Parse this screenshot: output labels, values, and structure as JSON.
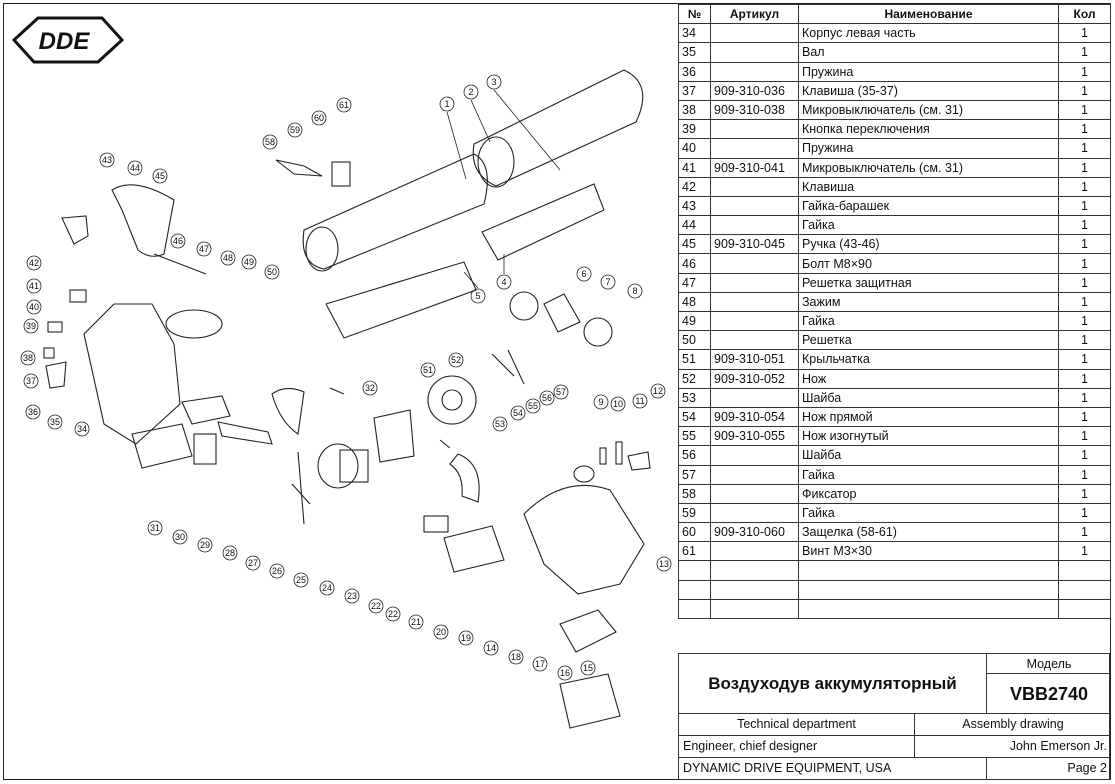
{
  "brand": {
    "logo_text": "DDE"
  },
  "table": {
    "headers": {
      "no": "№",
      "article": "Артикул",
      "name": "Наименование",
      "qty": "Кол"
    },
    "rows": [
      {
        "no": "34",
        "article": "",
        "name": "Корпус левая часть",
        "qty": "1"
      },
      {
        "no": "35",
        "article": "",
        "name": "Вал",
        "qty": "1"
      },
      {
        "no": "36",
        "article": "",
        "name": "Пружина",
        "qty": "1"
      },
      {
        "no": "37",
        "article": "909-310-036",
        "name": "Клавиша (35-37)",
        "qty": "1"
      },
      {
        "no": "38",
        "article": "909-310-038",
        "name": "Микровыключатель (см. 31)",
        "qty": "1"
      },
      {
        "no": "39",
        "article": "",
        "name": "Кнопка переключения",
        "qty": "1"
      },
      {
        "no": "40",
        "article": "",
        "name": "Пружина",
        "qty": "1"
      },
      {
        "no": "41",
        "article": "909-310-041",
        "name": "Микровыключатель (см. 31)",
        "qty": "1"
      },
      {
        "no": "42",
        "article": "",
        "name": "Клавиша",
        "qty": "1"
      },
      {
        "no": "43",
        "article": "",
        "name": "Гайка-барашек",
        "qty": "1"
      },
      {
        "no": "44",
        "article": "",
        "name": "Гайка",
        "qty": "1"
      },
      {
        "no": "45",
        "article": "909-310-045",
        "name": "Ручка (43-46)",
        "qty": "1"
      },
      {
        "no": "46",
        "article": "",
        "name": "Болт М8×90",
        "qty": "1"
      },
      {
        "no": "47",
        "article": "",
        "name": "Решетка защитная",
        "qty": "1"
      },
      {
        "no": "48",
        "article": "",
        "name": "Зажим",
        "qty": "1"
      },
      {
        "no": "49",
        "article": "",
        "name": "Гайка",
        "qty": "1"
      },
      {
        "no": "50",
        "article": "",
        "name": "Решетка",
        "qty": "1"
      },
      {
        "no": "51",
        "article": "909-310-051",
        "name": "Крыльчатка",
        "qty": "1"
      },
      {
        "no": "52",
        "article": "909-310-052",
        "name": "Нож",
        "qty": "1"
      },
      {
        "no": "53",
        "article": "",
        "name": "Шайба",
        "qty": "1"
      },
      {
        "no": "54",
        "article": "909-310-054",
        "name": "Нож прямой",
        "qty": "1"
      },
      {
        "no": "55",
        "article": "909-310-055",
        "name": "Нож изогнутый",
        "qty": "1"
      },
      {
        "no": "56",
        "article": "",
        "name": "Шайба",
        "qty": "1"
      },
      {
        "no": "57",
        "article": "",
        "name": "Гайка",
        "qty": "1"
      },
      {
        "no": "58",
        "article": "",
        "name": "Фиксатор",
        "qty": "1"
      },
      {
        "no": "59",
        "article": "",
        "name": "Гайка",
        "qty": "1"
      },
      {
        "no": "60",
        "article": "909-310-060",
        "name": "Защелка (58-61)",
        "qty": "1"
      },
      {
        "no": "61",
        "article": "",
        "name": "Винт М3×30",
        "qty": "1"
      },
      {
        "no": "",
        "article": "",
        "name": "",
        "qty": ""
      },
      {
        "no": "",
        "article": "",
        "name": "",
        "qty": ""
      },
      {
        "no": "",
        "article": "",
        "name": "",
        "qty": ""
      }
    ]
  },
  "title_block": {
    "product_title": "Воздуходув аккумуляторный",
    "model_label": "Модель",
    "model": "VBB2740",
    "department": "Technical department",
    "drawing_type": "Assembly drawing",
    "role": "Engineer, chief designer",
    "person": "John Emerson Jr.",
    "company": "DYNAMIC DRIVE EQUIPMENT, USA",
    "page": "Page 2"
  },
  "drawing": {
    "callouts": [
      "1",
      "2",
      "3",
      "4",
      "5",
      "6",
      "7",
      "8",
      "9",
      "10",
      "11",
      "12",
      "13",
      "14",
      "15",
      "16",
      "17",
      "18",
      "19",
      "20",
      "21",
      "22",
      "22",
      "23",
      "24",
      "25",
      "26",
      "27",
      "28",
      "29",
      "30",
      "31",
      "32",
      "34",
      "35",
      "36",
      "37",
      "38",
      "39",
      "40",
      "41",
      "42",
      "43",
      "44",
      "45",
      "46",
      "47",
      "48",
      "49",
      "50",
      "51",
      "52",
      "53",
      "54",
      "55",
      "56",
      "57",
      "58",
      "59",
      "60",
      "61"
    ]
  }
}
